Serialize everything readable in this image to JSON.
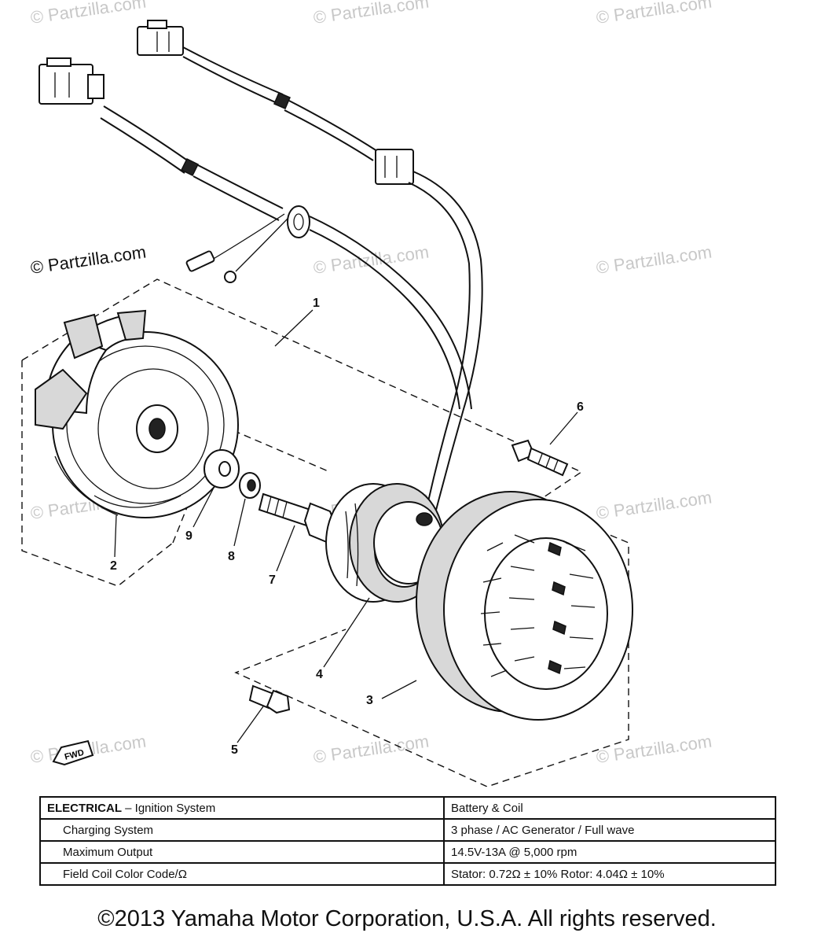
{
  "watermarks": {
    "brand": "© Partzilla.com"
  },
  "callouts": [
    "1",
    "2",
    "3",
    "4",
    "5",
    "6",
    "7",
    "8",
    "9"
  ],
  "fwd_tag": "FWD",
  "spec_table": {
    "rows": [
      {
        "label_bold": "ELECTRICAL",
        "label_rest": " – Ignition System",
        "value": "Battery & Coil"
      },
      {
        "label": "Charging System",
        "value": "3 phase / AC Generator / Full wave"
      },
      {
        "label": "Maximum Output",
        "value": "14.5V-13A @ 5,000 rpm"
      },
      {
        "label": "Field Coil Color Code/Ω",
        "value": "Stator: 0.72Ω ± 10%   Rotor: 4.04Ω ± 10%"
      }
    ]
  },
  "copyright": "©2013 Yamaha Motor Corporation, U.S.A. All rights reserved."
}
